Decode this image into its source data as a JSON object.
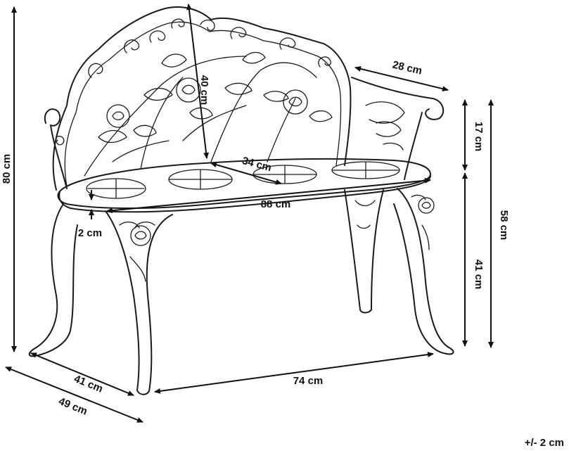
{
  "product": "garden-bench",
  "colors": {
    "line": "#111111",
    "background": "#ffffff"
  },
  "dimensions": {
    "total_height": "80 cm",
    "backrest_height": "40 cm",
    "backrest_top_depth": "28 cm",
    "armrest_height_above_seat": "17 cm",
    "seat_depth": "34 cm",
    "seat_width": "88 cm",
    "seat_thickness": "2 cm",
    "height_with_armrest": "58 cm",
    "seat_height": "41 cm",
    "leg_width_span": "74 cm",
    "inner_depth": "41 cm",
    "total_depth": "49 cm",
    "tolerance": "+/- 2 cm"
  }
}
